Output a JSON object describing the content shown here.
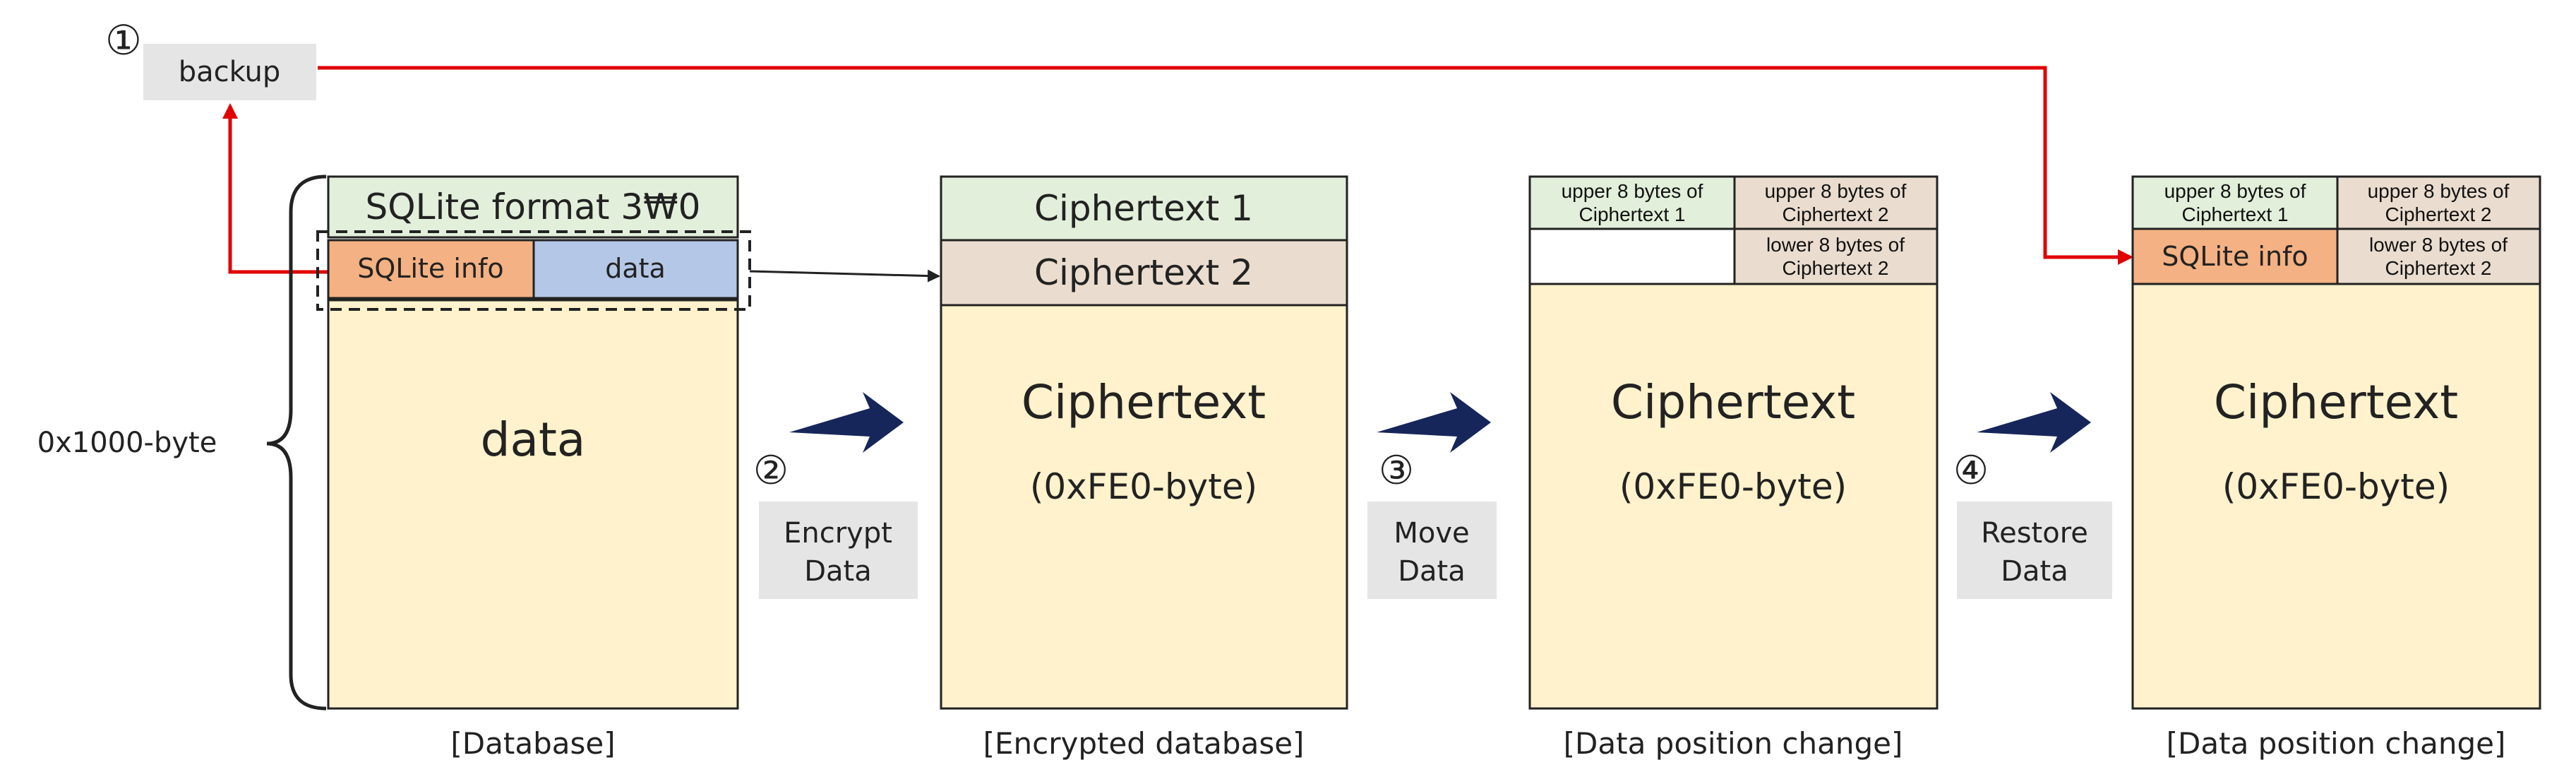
{
  "colors": {
    "green": "#E2EFDA",
    "tan": "#EADDCF",
    "cream": "#FFF2CC",
    "orange": "#F4B183",
    "blue": "#B4C7E7",
    "red": "#E00000",
    "navy": "#16265A",
    "gray_label": "#E5E5E5",
    "outline": "#222222"
  },
  "backup": {
    "number": "①",
    "label": "backup"
  },
  "size_label": "0x1000-byte",
  "database": {
    "header": "SQLite format 3₩0",
    "info": "SQLite info",
    "data_small": "data",
    "body": "data",
    "caption": "[Database]"
  },
  "steps": [
    {
      "number": "②",
      "label_line1": "Encrypt",
      "label_line2": "Data"
    },
    {
      "number": "③",
      "label_line1": "Move",
      "label_line2": "Data"
    },
    {
      "number": "④",
      "label_line1": "Restore",
      "label_line2": "Data"
    }
  ],
  "encrypted": {
    "cipher1": "Ciphertext 1",
    "cipher2": "Ciphertext 2",
    "body_title": "Ciphertext",
    "body_size": "(0xFE0-byte)",
    "caption": "[Encrypted database]"
  },
  "moved": {
    "cell_a_1": "upper 8 bytes of",
    "cell_a_2": "Ciphertext 1",
    "cell_b_1": "upper 8 bytes of",
    "cell_b_2": "Ciphertext 2",
    "cell_d_1": "lower 8 bytes of",
    "cell_d_2": "Ciphertext 2",
    "body_title": "Ciphertext",
    "body_size": "(0xFE0-byte)",
    "caption": "[Data position change]"
  },
  "restored": {
    "cell_a_1": "upper 8 bytes of",
    "cell_a_2": "Ciphertext 1",
    "cell_b_1": "upper 8 bytes of",
    "cell_b_2": "Ciphertext 2",
    "cell_c": "SQLite info",
    "cell_d_1": "lower 8 bytes of",
    "cell_d_2": "Ciphertext 2",
    "body_title": "Ciphertext",
    "body_size": "(0xFE0-byte)",
    "caption": "[Data position change]"
  }
}
